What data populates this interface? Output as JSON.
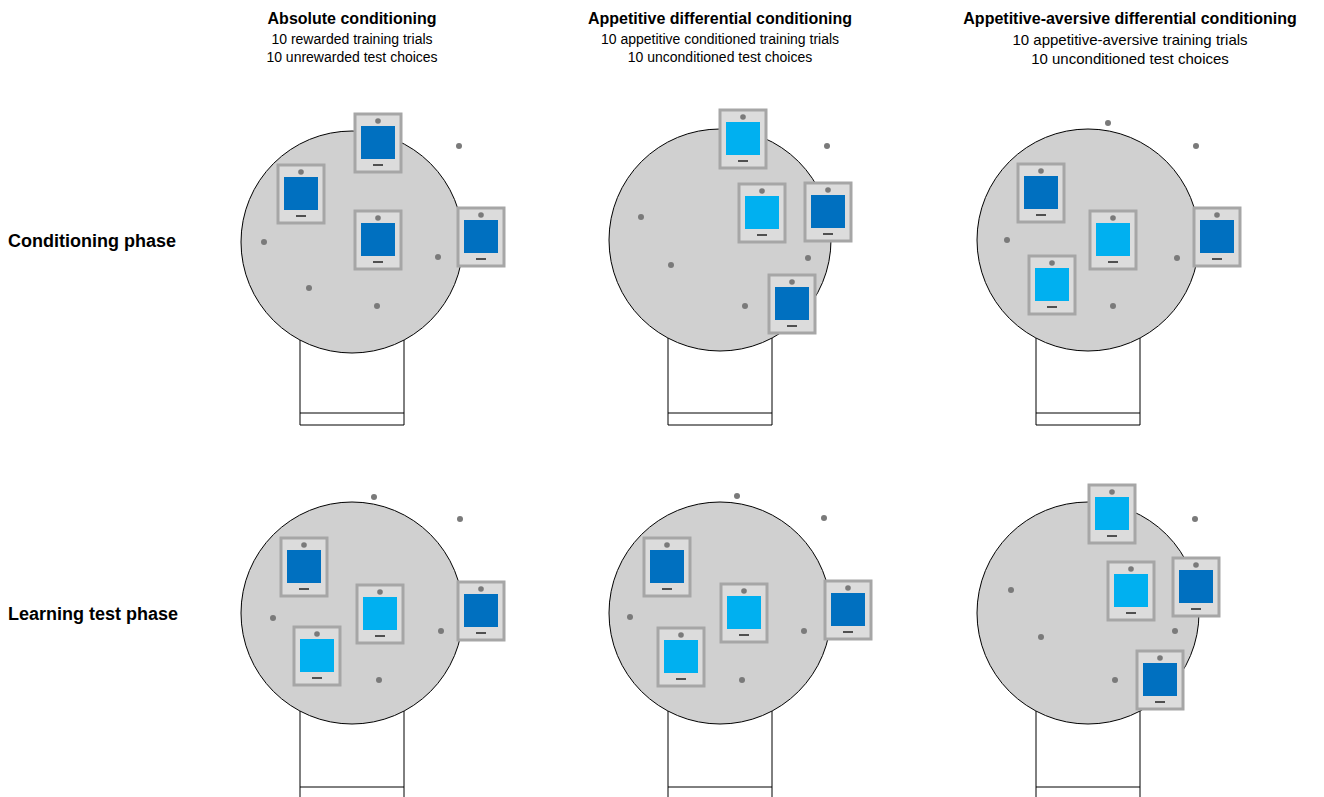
{
  "diagram": {
    "labels": [
      "Absolute conditioning",
      "10 rewarded training trials",
      "10 unrewarded test choices",
      "Appetitive differential conditioning",
      "10 appetitive conditioned training trials",
      "10 unconditioned test choices",
      "Appetitive-aversive differential conditioning",
      "10 appetitive-aversive training trials",
      "10 unconditioned test choices",
      "Conditioning phase",
      "Learning test phase"
    ]
  }
}
